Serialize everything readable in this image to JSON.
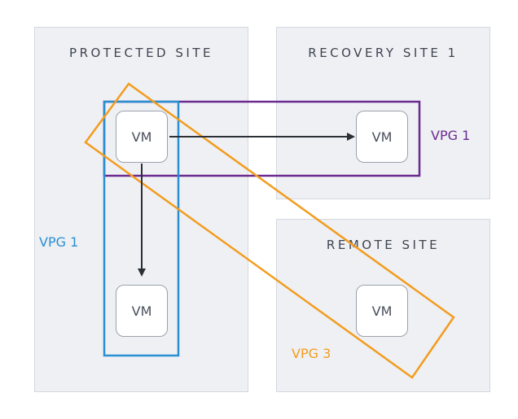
{
  "sites": {
    "protected": {
      "title": "PROTECTED SITE"
    },
    "recovery": {
      "title": "RECOVERY SITE 1"
    },
    "remote": {
      "title": "REMOTE SITE"
    }
  },
  "vm_label": "VM",
  "vpg_labels": {
    "purple": "VPG 1",
    "blue": "VPG 1",
    "orange": "VPG 3"
  },
  "colors": {
    "purple": "#6b2a8f",
    "blue": "#2a8fd0",
    "orange": "#f39c1e",
    "site_bg": "#eef0f4",
    "arrow": "#2b2f36"
  }
}
